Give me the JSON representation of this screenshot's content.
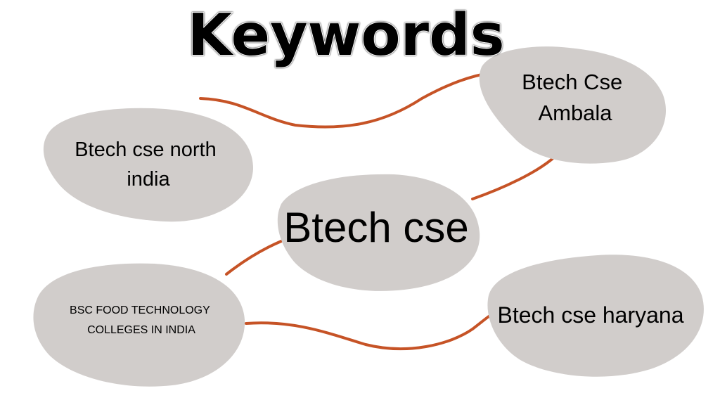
{
  "title": "Keywords",
  "colors": {
    "connector": "#c65326",
    "node_fill": "#d1cdcb",
    "text": "#000000",
    "title_fill": "#000000",
    "title_outline": "#ffffff"
  },
  "nodes": {
    "center": {
      "text": "Btech cse"
    },
    "top_right": {
      "line1": "Btech Cse",
      "line2": "Ambala"
    },
    "top_left": {
      "line1": "Btech cse north",
      "line2": "india"
    },
    "bottom_left": {
      "line1": "BSC FOOD TECHNOLOGY",
      "line2": "COLLEGES IN INDIA"
    },
    "bottom_right": {
      "text": "Btech cse haryana"
    }
  }
}
